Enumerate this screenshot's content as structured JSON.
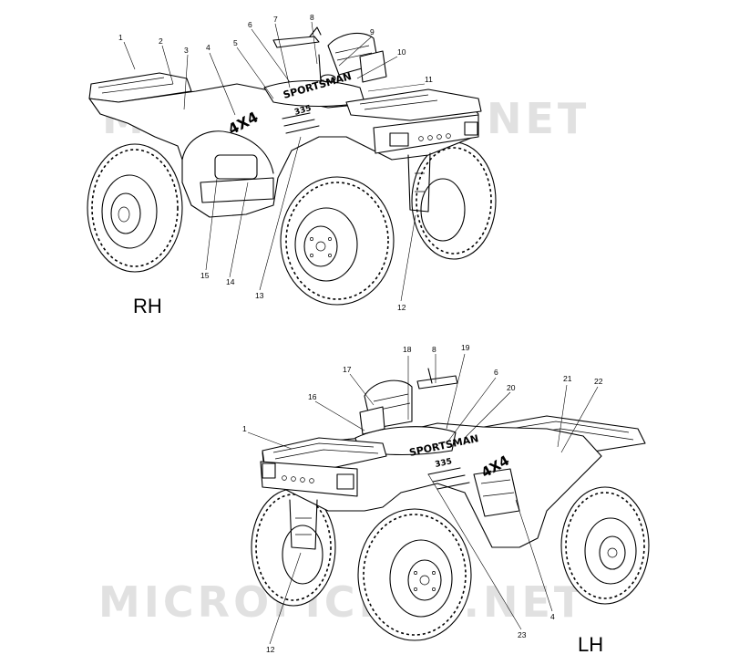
{
  "watermark": "MICROFICHES.NET",
  "views": [
    {
      "id": "rh",
      "side_label": "RH",
      "callouts": [
        "1",
        "2",
        "3",
        "4",
        "5",
        "6",
        "7",
        "8",
        "9",
        "10",
        "11",
        "12",
        "13",
        "14",
        "15"
      ]
    },
    {
      "id": "lh",
      "side_label": "LH",
      "callouts": [
        "1",
        "16",
        "17",
        "18",
        "8",
        "19",
        "6",
        "20",
        "21",
        "22",
        "12",
        "23",
        "4"
      ]
    }
  ],
  "decals": {
    "sportsman": "SPORTSMAN",
    "model": "335",
    "drive": "4X4"
  }
}
